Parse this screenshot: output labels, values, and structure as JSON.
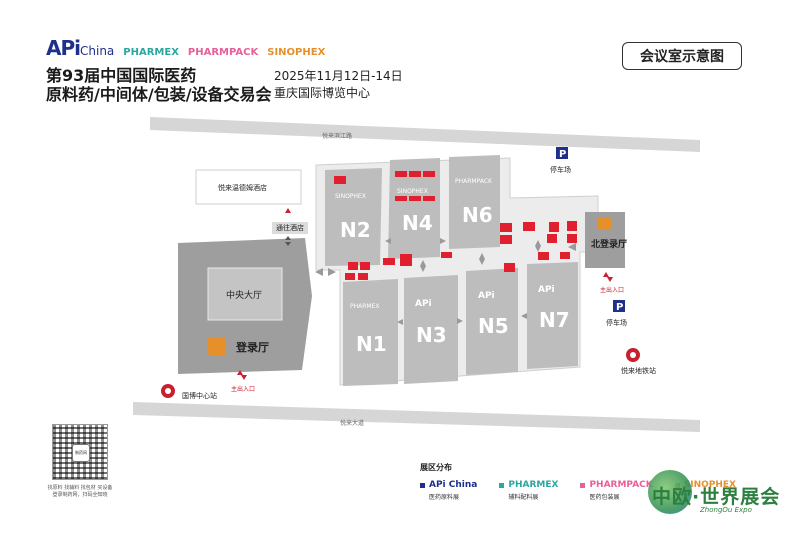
{
  "brands": {
    "api": "APi",
    "api_china": "China",
    "pharmex": "PHARMEX",
    "pharmpack": "PHARMPACK",
    "sinophex": "SINOPHEX"
  },
  "header": {
    "title_line1": "第93届中国国际医药",
    "title_line2": "原料药/中间体/包装/设备交易会",
    "date": "2025年11月12日-14日",
    "venue": "重庆国际博览中心",
    "badge": "会议室示意图"
  },
  "map": {
    "roads": {
      "north": "悦来滨江路",
      "south": "悦来大道"
    },
    "halls": [
      {
        "id": "N2",
        "logo": "SINOPHEX"
      },
      {
        "id": "N4",
        "logo": "SINOPHEX"
      },
      {
        "id": "N6",
        "logo": "PHARMPACK"
      },
      {
        "id": "N1",
        "logo": "PHARMEX"
      },
      {
        "id": "N3",
        "logo": "APi"
      },
      {
        "id": "N5",
        "logo": "APi"
      },
      {
        "id": "N7",
        "logo": "APi"
      }
    ],
    "labels": {
      "hotel": "悦来温德姆酒店",
      "to_hotel": "通往酒店",
      "central_hall": "中央大厅",
      "registration": "登录厅",
      "main_entrance_sw": "主出入口",
      "north_hall": "北登录厅",
      "main_entrance_e": "主出入口",
      "parking_top": "停车场",
      "parking_right": "停车场",
      "station_sw": "国博中心站",
      "station_e": "悦来地铁站",
      "parking_icon": "P"
    }
  },
  "legend": {
    "title": "展区分布",
    "items": [
      {
        "name": "APi China",
        "sub": "医药原料展",
        "color": "#1e2f8c"
      },
      {
        "name": "PHARMEX",
        "sub": "辅料配料展",
        "color": "#2aa7a0"
      },
      {
        "name": "PHARMPACK",
        "sub": "医药包装展",
        "color": "#e8609a"
      },
      {
        "name": "SINOPHEX",
        "sub": "",
        "color": "#e6902c"
      }
    ]
  },
  "qr": {
    "center": "制药网",
    "caption_line1": "找原料 找辅料 找包材 买设备",
    "caption_line2": "登录制药网，扫码全知晓"
  },
  "expo": {
    "name": "中欧·世界展会",
    "sub": "ZhongOu Expo"
  },
  "colors": {
    "hall": "#bdbdbd",
    "building": "#dadada",
    "road": "#d6d6d6",
    "meeting_room": "#e0202e",
    "accent_orange": "#e6902c"
  }
}
